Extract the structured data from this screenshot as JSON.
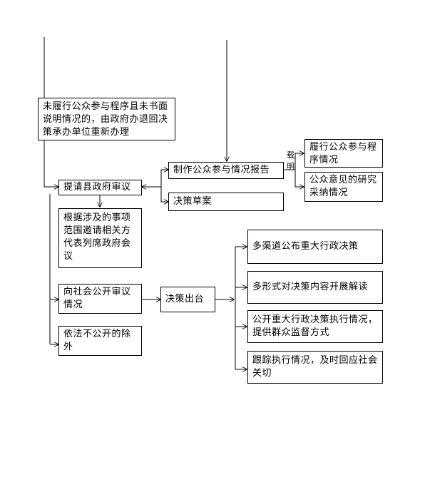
{
  "nodes": {
    "return_box": "未履行公众参与程序且未书面说明情况的，由政府办退回决策承办单位重新办理",
    "submit_review": "提请县政府审议",
    "make_report": "制作公众参与情况报告",
    "draft": "决策草案",
    "fulfil": "履行公众参与程序情况",
    "opinion": "公众意见的研究采纳情况",
    "invite": "根据涉及的事项范围邀请相关方代表列席政府会议",
    "public_review": "向社会公开审议情况",
    "not_public": "依法不公开的除外",
    "issue": "决策出台",
    "channels": "多渠道公布重大行政决策",
    "interpret": "多形式对决策内容开展解读",
    "execute_public": "公开重大行政决策执行情况，提供群众监督方式",
    "track": "跟踪执行情况，及时回应社会关切"
  },
  "labels": {
    "zai": "载",
    "ming": "明"
  },
  "colors": {
    "line": "#000000",
    "box_border": "#000000"
  }
}
